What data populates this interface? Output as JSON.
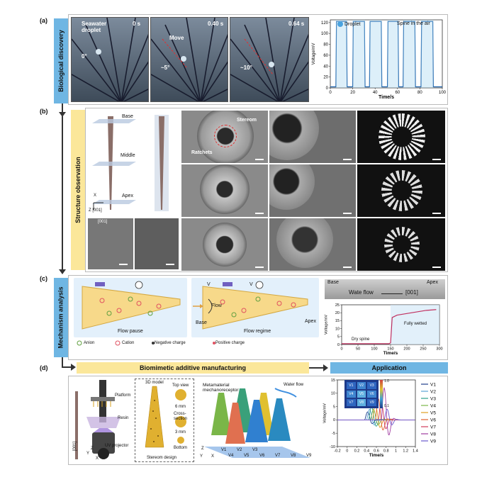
{
  "panels": {
    "a": {
      "label": "(a)",
      "section": "Biological discovery",
      "photos": [
        {
          "caption": "Seawater\ndroplet",
          "time": "0 s",
          "angle": "0°"
        },
        {
          "caption": "Move",
          "time": "0.40 s",
          "angle": "~5°"
        },
        {
          "caption": "",
          "time": "0.64 s",
          "angle": "~10°"
        }
      ],
      "chart_legend": "Droplet",
      "chart_note": "Spine in the air"
    },
    "b": {
      "label": "(b)",
      "section": "Structure observation",
      "spine_labels": {
        "base": "Base",
        "middle": "Middle",
        "apex": "Apex",
        "x_axis": "X",
        "z_axis": "Z [001]"
      },
      "inset_label": "[001]",
      "sem_labels": {
        "stereom": "Stereom",
        "ratchets": "Ratchets"
      }
    },
    "c": {
      "label": "(c)",
      "section": "Mechanism analysis",
      "flow_pause": "Flow pause",
      "flow_regime": "Flow regime",
      "v_label": "V",
      "flow": "Flow",
      "base": "Base",
      "apex": "Apex",
      "legend": {
        "anion": "Anion",
        "cation": "Cation",
        "negative": "Negative charge",
        "positive": "Positive charge"
      },
      "strip": {
        "base": "Base",
        "apex": "Apex",
        "flow_text": "Wate flow",
        "dir": "[001]"
      },
      "chart_annot": {
        "dry": "Dry spine",
        "wet": "Fully wetted"
      }
    },
    "d": {
      "label": "(d)",
      "bam": "Biomimetic additive manufacturing",
      "application": "Application",
      "printer": {
        "platform": "Platform",
        "resin": "Resin",
        "projector": "UV projector",
        "dir": "[001]",
        "y": "Y",
        "z": "Z",
        "x": "X"
      },
      "stereom": {
        "model": "3D model",
        "top": "Top view",
        "mm6": "6 mm",
        "cross": "Cross-\nsection",
        "mm3": "3 mm",
        "bottom": "Bottom",
        "design": "Stereom design"
      },
      "meta": {
        "title": "Metamaterial\nmechanoreceptor",
        "flow": "Water flow",
        "z": "Z",
        "y": "Y",
        "x": "X"
      },
      "tiles": [
        "V1",
        "V2",
        "V3",
        "V4",
        "V5",
        "V6",
        "V7",
        "V8",
        "V9"
      ],
      "heat": {
        "max": "1.0",
        "min": "0.1",
        "labels": [
          "V1",
          "V2",
          "V3",
          "V4",
          "V5",
          "V6",
          "V7",
          "V8",
          "V9"
        ]
      }
    }
  },
  "chart_data": [
    {
      "type": "line",
      "xlabel": "Time/s",
      "ylabel": "Voltage/mV",
      "xlim": [
        0,
        100
      ],
      "ylim": [
        0,
        125
      ],
      "xticks": [
        0,
        20,
        40,
        60,
        80,
        100
      ],
      "yticks": [
        0,
        20,
        40,
        60,
        80,
        100,
        120
      ],
      "pulses": [
        [
          5,
          15
        ],
        [
          20,
          31
        ],
        [
          35,
          46
        ],
        [
          51,
          61
        ],
        [
          65,
          76
        ],
        [
          81,
          92
        ]
      ],
      "high": 122,
      "low": 2,
      "color": "#1a5fa8"
    },
    {
      "type": "line",
      "xlabel": "Time/s",
      "ylabel": "Voltage/mV",
      "xlim": [
        0,
        300
      ],
      "ylim": [
        0,
        25
      ],
      "xticks": [
        0,
        50,
        100,
        150,
        200,
        250,
        300
      ],
      "yticks": [
        0,
        5,
        10,
        15,
        20,
        25
      ],
      "x": [
        0,
        50,
        100,
        145,
        150,
        155,
        170,
        200,
        230,
        260,
        290
      ],
      "y": [
        0.5,
        0.5,
        0.5,
        0.5,
        1,
        17,
        18.5,
        19.5,
        20.5,
        21.5,
        22
      ],
      "color": "#c03060"
    },
    {
      "type": "line",
      "xlabel": "Time/s",
      "ylabel": "Voltage/mV",
      "xlim": [
        -0.2,
        1.4
      ],
      "ylim": [
        -10,
        15
      ],
      "xticks": [
        -0.2,
        0,
        0.2,
        0.4,
        0.6,
        0.8,
        1.0,
        1.2,
        1.4
      ],
      "yticks": [
        -10,
        -5,
        0,
        5,
        10,
        15
      ],
      "series": [
        {
          "name": "V1",
          "color": "#1f3f8a",
          "t": 0.42,
          "a": 3
        },
        {
          "name": "V2",
          "color": "#5ba3d6",
          "t": 0.46,
          "a": 4
        },
        {
          "name": "V3",
          "color": "#2aa08a",
          "t": 0.5,
          "a": 5
        },
        {
          "name": "V4",
          "color": "#7ab648",
          "t": 0.54,
          "a": 4
        },
        {
          "name": "V5",
          "color": "#e0a020",
          "t": 0.58,
          "a": 6
        },
        {
          "name": "V6",
          "color": "#e06030",
          "t": 0.64,
          "a": 8
        },
        {
          "name": "V7",
          "color": "#d03c5a",
          "t": 0.7,
          "a": 7
        },
        {
          "name": "V8",
          "color": "#a03ca0",
          "t": 0.76,
          "a": 12
        },
        {
          "name": "V9",
          "color": "#6a5acd",
          "t": 0.82,
          "a": 4
        }
      ]
    }
  ]
}
